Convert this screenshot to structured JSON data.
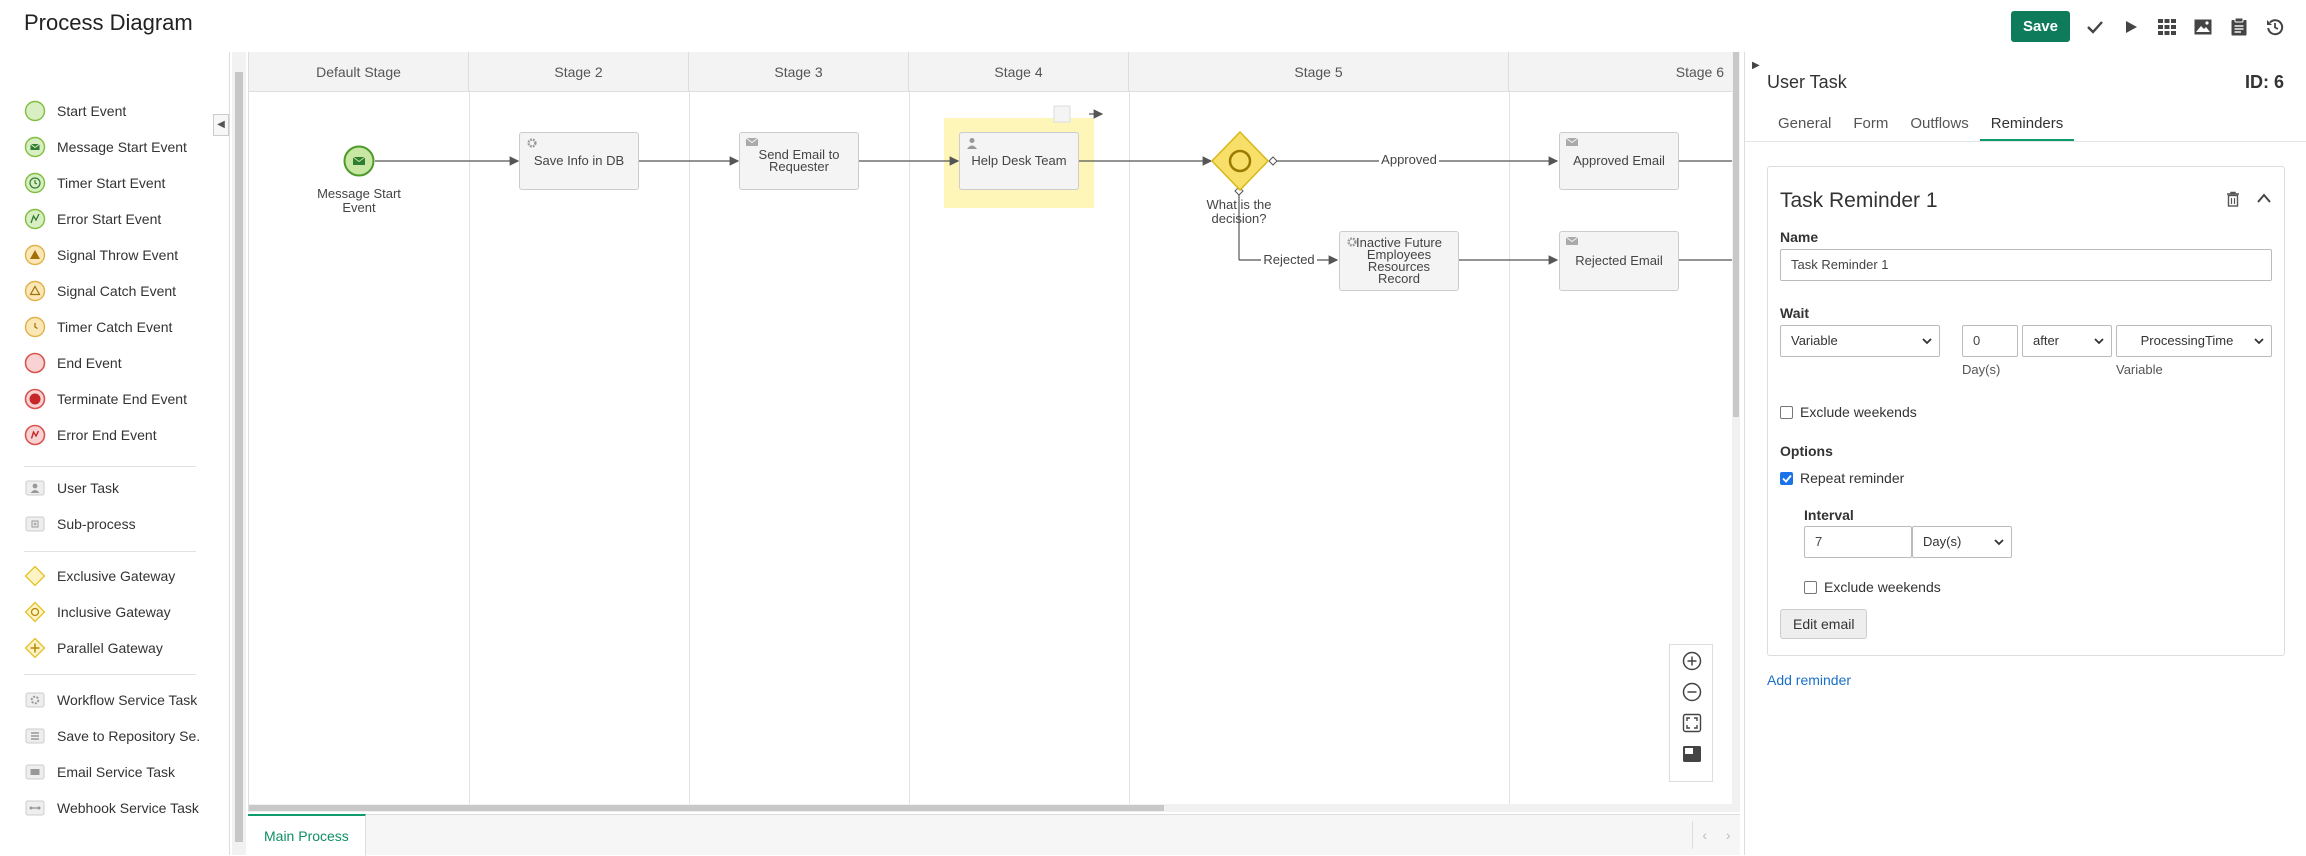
{
  "header": {
    "title": "Process Diagram",
    "save_label": "Save"
  },
  "toolbar_icons": [
    "checkmark-icon",
    "play-icon",
    "grid-icon",
    "image-icon",
    "clipboard-icon",
    "history-icon"
  ],
  "palette": {
    "events": [
      {
        "label": "Start Event",
        "icon": "start-event-icon"
      },
      {
        "label": "Message Start Event",
        "icon": "message-start-event-icon"
      },
      {
        "label": "Timer Start Event",
        "icon": "timer-start-event-icon"
      },
      {
        "label": "Error Start Event",
        "icon": "error-start-event-icon"
      },
      {
        "label": "Signal Throw Event",
        "icon": "signal-throw-event-icon"
      },
      {
        "label": "Signal Catch Event",
        "icon": "signal-catch-event-icon"
      },
      {
        "label": "Timer Catch Event",
        "icon": "timer-catch-event-icon"
      },
      {
        "label": "End Event",
        "icon": "end-event-icon"
      },
      {
        "label": "Terminate End Event",
        "icon": "terminate-end-event-icon"
      },
      {
        "label": "Error End Event",
        "icon": "error-end-event-icon"
      }
    ],
    "tasks": [
      {
        "label": "User Task",
        "icon": "user-task-icon"
      },
      {
        "label": "Sub-process",
        "icon": "sub-process-icon"
      }
    ],
    "gateways": [
      {
        "label": "Exclusive Gateway",
        "icon": "exclusive-gateway-icon"
      },
      {
        "label": "Inclusive Gateway",
        "icon": "inclusive-gateway-icon"
      },
      {
        "label": "Parallel Gateway",
        "icon": "parallel-gateway-icon"
      }
    ],
    "services": [
      {
        "label": "Workflow Service Task",
        "icon": "workflow-service-task-icon"
      },
      {
        "label": "Save to Repository Se...",
        "icon": "save-to-repository-icon"
      },
      {
        "label": "Email Service Task",
        "icon": "email-service-task-icon"
      },
      {
        "label": "Webhook Service Task",
        "icon": "webhook-service-task-icon"
      }
    ]
  },
  "diagram": {
    "stages": [
      "Default Stage",
      "Stage 2",
      "Stage 3",
      "Stage 4",
      "Stage 5",
      "Stage 6"
    ],
    "start_event_label": "Message Start Event",
    "tasks": {
      "save_info": "Save Info in DB",
      "send_email": "Send Email to Requester",
      "help_desk": "Help Desk Team",
      "inactive": "Inactive Future Employees Resources Record",
      "approved_email": "Approved Email",
      "rejected_email": "Rejected Email"
    },
    "gateway_label": "What is the decision?",
    "flow_labels": {
      "approved": "Approved",
      "rejected": "Rejected"
    },
    "main_tab": "Main Process"
  },
  "panel": {
    "title": "User Task",
    "id": "ID: 6",
    "tabs": [
      "General",
      "Form",
      "Outflows",
      "Reminders"
    ],
    "active_tab": "Reminders",
    "reminder": {
      "title": "Task Reminder 1",
      "name_label": "Name",
      "name_value": "Task Reminder 1",
      "wait_label": "Wait",
      "wait_type": "Variable",
      "wait_amount": "0",
      "wait_amount_unit": "Day(s)",
      "wait_relation": "after",
      "wait_variable": "ProcessingTime",
      "wait_variable_caption": "Variable",
      "exclude_weekends_label": "Exclude weekends",
      "exclude_weekends_checked": false,
      "options_label": "Options",
      "repeat_label": "Repeat reminder",
      "repeat_checked": true,
      "interval_label": "Interval",
      "interval_value": "7",
      "interval_unit": "Day(s)",
      "interval_exclude_label": "Exclude weekends",
      "interval_exclude_checked": false,
      "edit_email_label": "Edit email"
    },
    "add_reminder_label": "Add reminder"
  },
  "colors": {
    "accent": "#0e7c5b",
    "tab_underline": "#0e9b6e",
    "link": "#1a6fc9",
    "highlight": "#fdf6b8"
  }
}
